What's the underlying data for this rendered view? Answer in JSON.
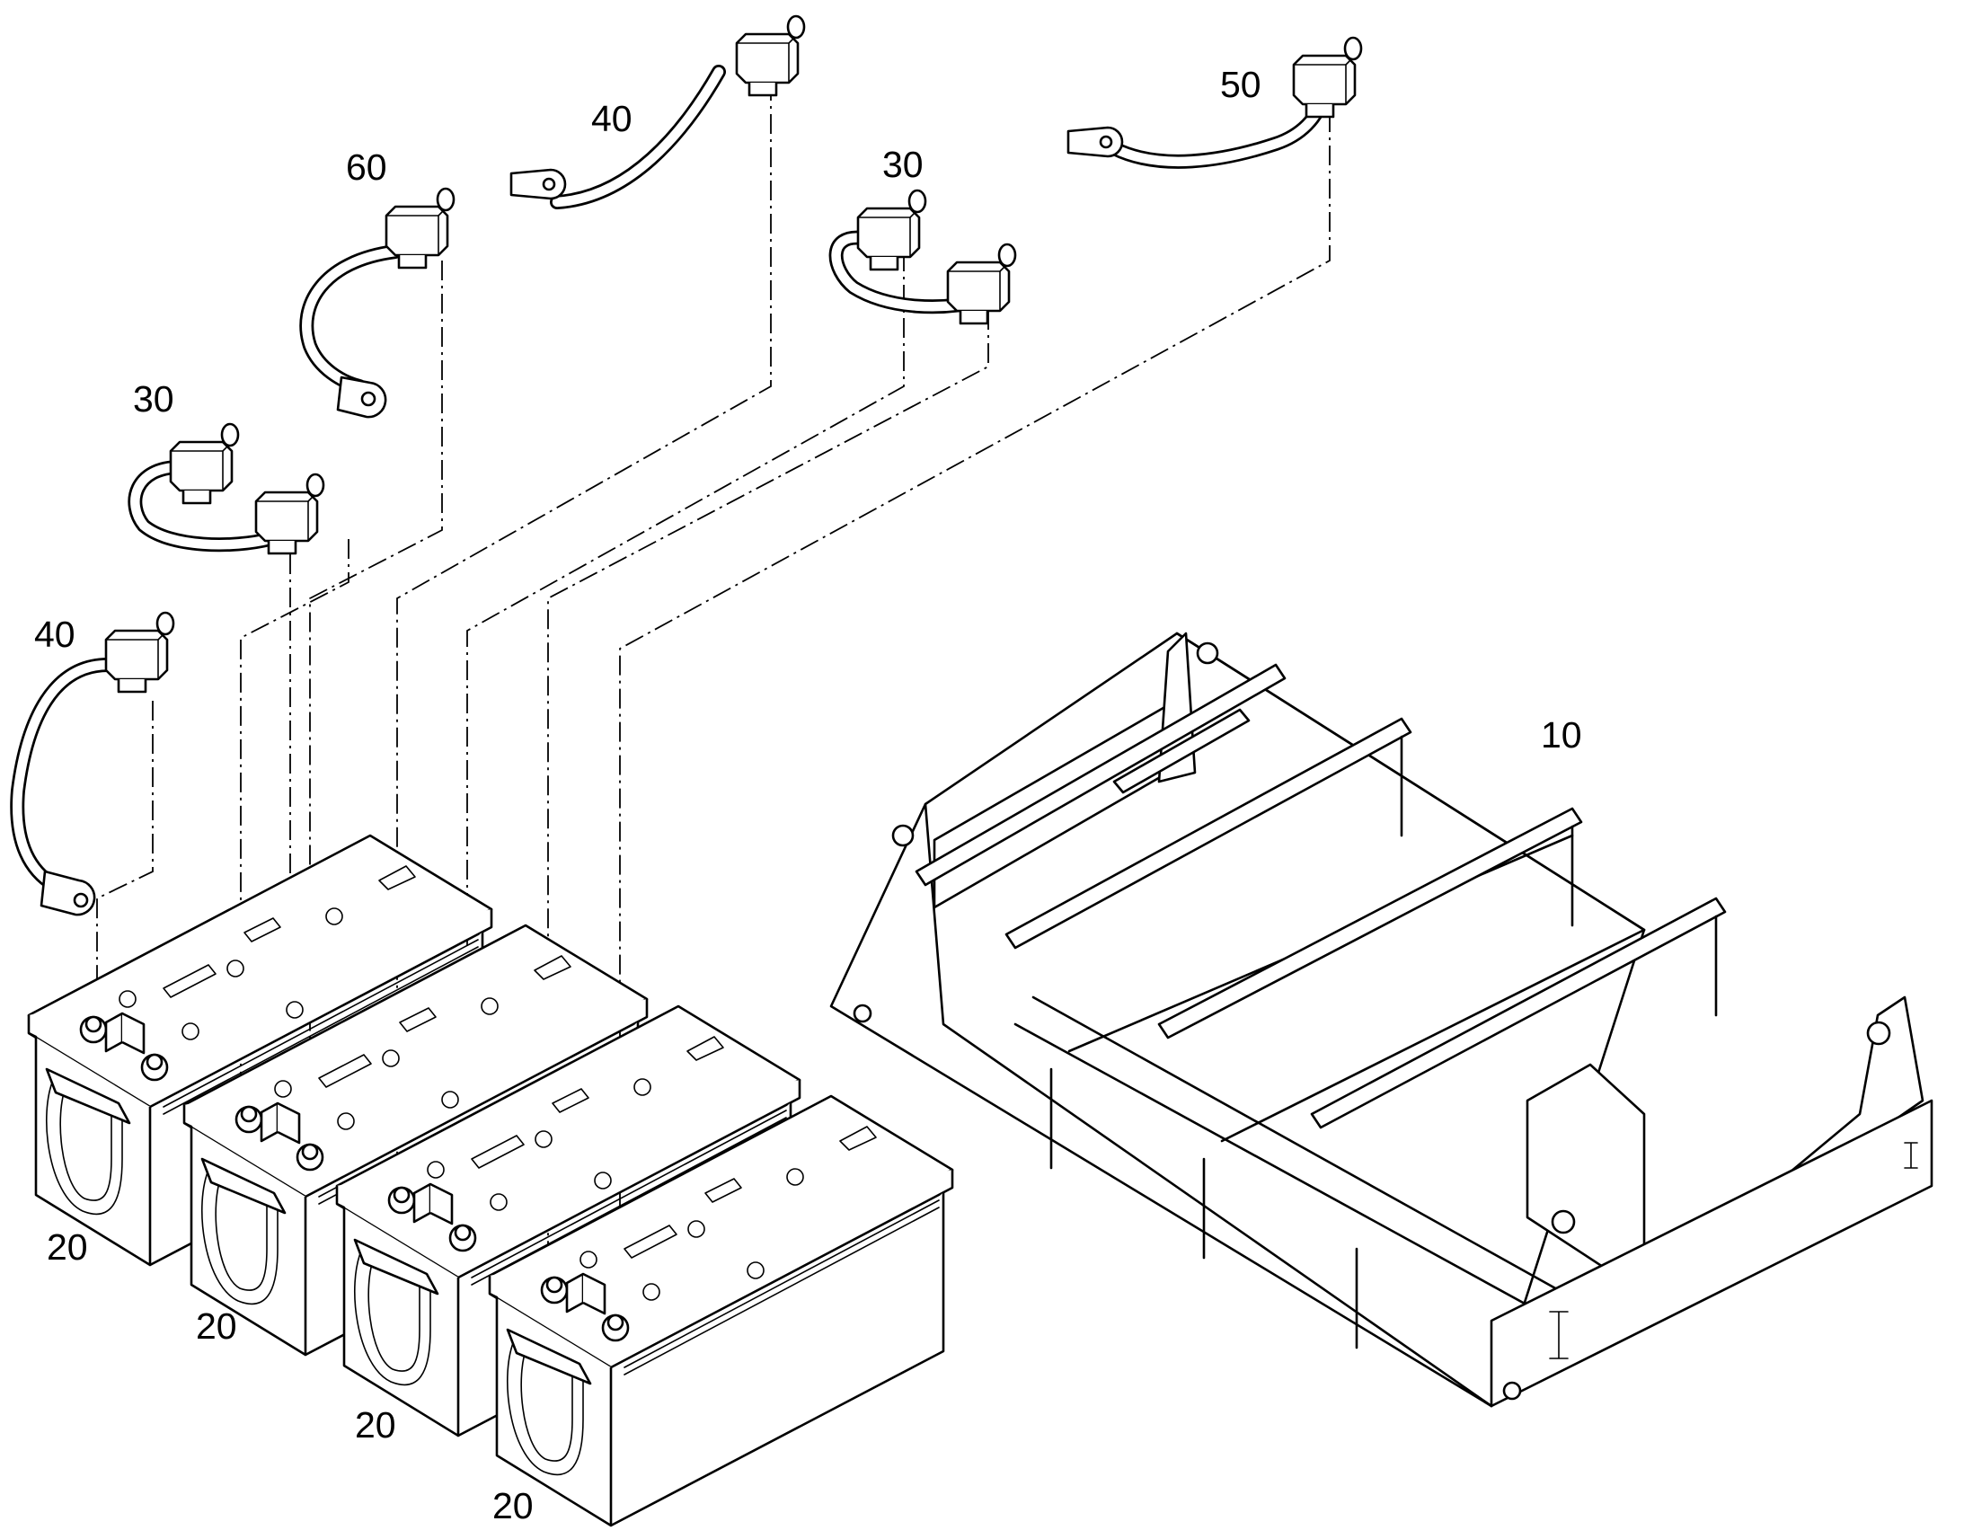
{
  "colors": {
    "ink": "#000000",
    "paper": "#ffffff"
  },
  "labels": {
    "frame": "10",
    "battery_1": "20",
    "battery_2": "20",
    "battery_3": "20",
    "battery_4": "20",
    "cable_30_left": "30",
    "cable_30_right": "30",
    "cable_40_left": "40",
    "cable_40_top": "40",
    "cable_50": "50",
    "cable_60": "60"
  }
}
